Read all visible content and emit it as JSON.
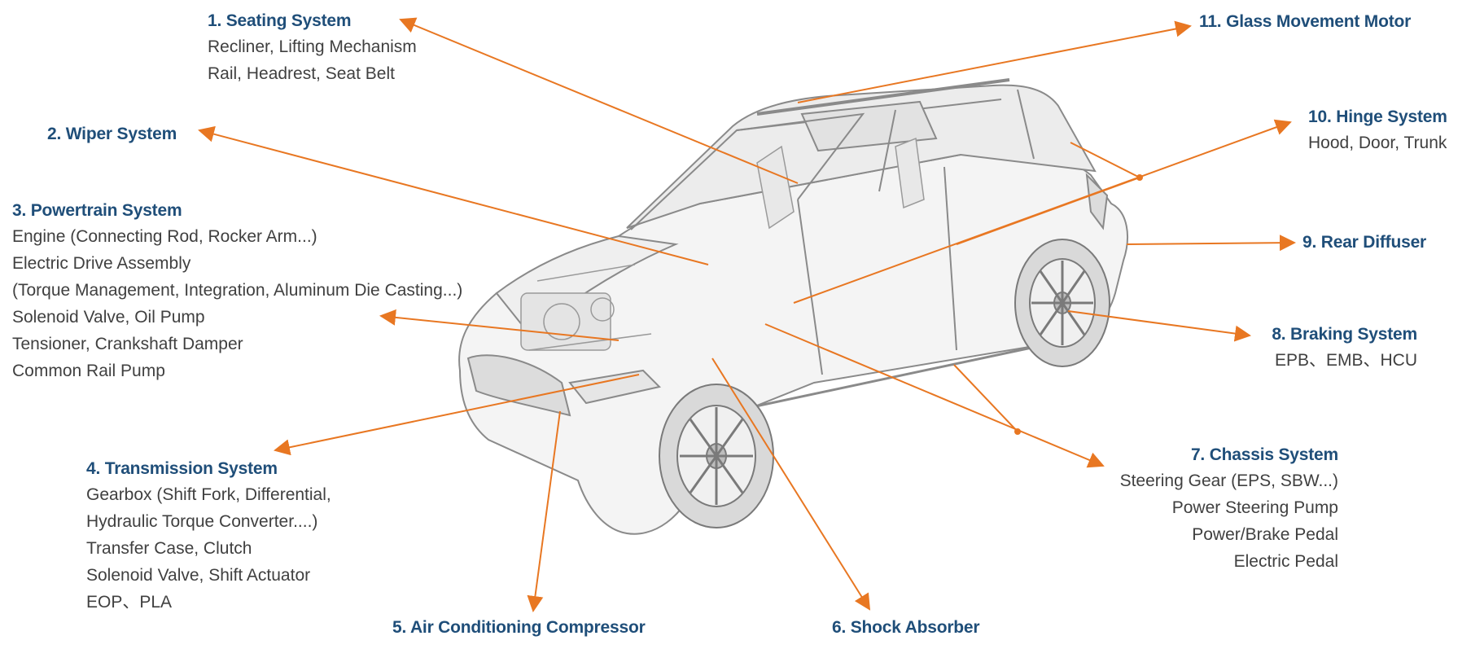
{
  "colors": {
    "accent_arrow": "#e87722",
    "title": "#1f4e79",
    "body_text": "#404040",
    "car_line": "#8a8a8a"
  },
  "labels": [
    {
      "id": "seating",
      "title": "1.   Seating System",
      "lines": [
        "Recliner, Lifting Mechanism",
        "Rail, Headrest, Seat Belt"
      ]
    },
    {
      "id": "wiper",
      "title": "2. Wiper System",
      "lines": []
    },
    {
      "id": "powertrain",
      "title": "3. Powertrain System",
      "lines": [
        "Engine (Connecting Rod, Rocker Arm...)",
        "Electric Drive Assembly",
        "(Torque Management, Integration, Aluminum Die Casting...)",
        "Solenoid Valve, Oil Pump",
        "Tensioner, Crankshaft Damper",
        "Common Rail Pump"
      ]
    },
    {
      "id": "transmission",
      "title": "4. Transmission System",
      "lines": [
        "Gearbox (Shift Fork, Differential,",
        "Hydraulic Torque Converter....)",
        "Transfer Case, Clutch",
        "Solenoid Valve, Shift Actuator",
        "EOP、PLA"
      ]
    },
    {
      "id": "ac",
      "title": "5. Air Conditioning Compressor",
      "lines": []
    },
    {
      "id": "shock",
      "title": "6. Shock Absorber",
      "lines": []
    },
    {
      "id": "chassis",
      "title": "7. Chassis System",
      "lines": [
        "Steering Gear (EPS, SBW...)",
        "Power Steering Pump",
        "Power/Brake Pedal",
        "Electric Pedal"
      ]
    },
    {
      "id": "braking",
      "title": "8. Braking System",
      "lines": [
        "EPB、EMB、HCU"
      ]
    },
    {
      "id": "diffuser",
      "title": "9. Rear Diffuser",
      "lines": []
    },
    {
      "id": "hinge",
      "title": "10. Hinge System",
      "lines": [
        "Hood, Door, Trunk"
      ]
    },
    {
      "id": "glass",
      "title": "11. Glass Movement Motor",
      "lines": []
    }
  ],
  "car_image": "car-cutaway-illustration"
}
